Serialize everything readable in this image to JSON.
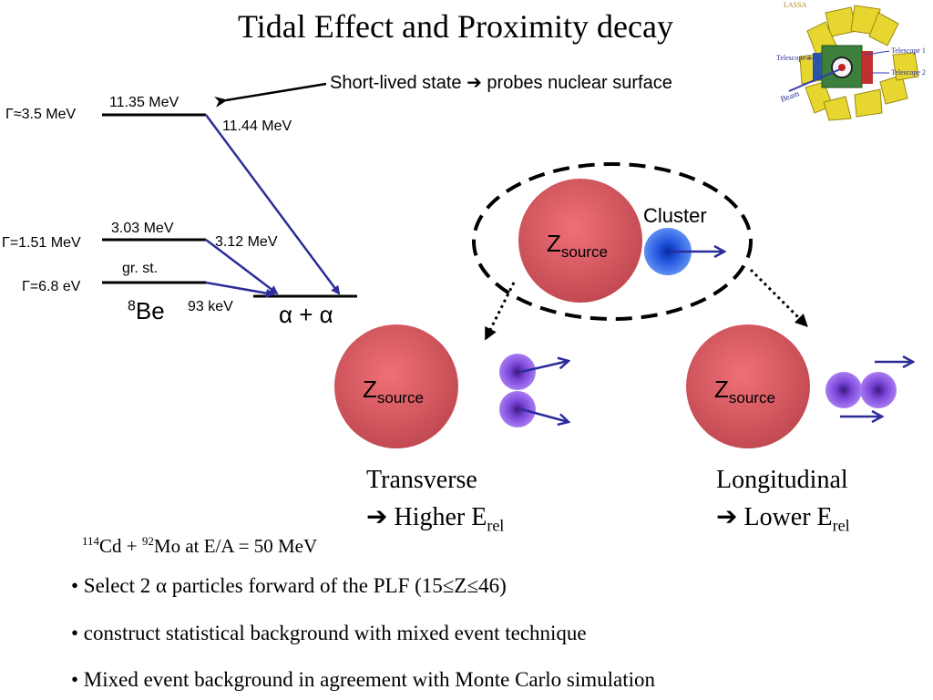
{
  "title": "Tidal Effect and Proximity decay",
  "annotation": {
    "left": "Short-lived state",
    "arrow": "➔",
    "right": "probes nuclear surface"
  },
  "levels": [
    {
      "energy": "11.35 MeV",
      "width": "Γ≈3.5 MeV",
      "decay": "11.44 MeV"
    },
    {
      "energy": "3.03 MeV",
      "width": "Γ=1.51 MeV",
      "decay": "3.12 MeV"
    },
    {
      "energy": "gr. st.",
      "width": "Γ=6.8 eV",
      "decay": "93 keV"
    }
  ],
  "nucleus": {
    "mass": "8",
    "symbol": "Be"
  },
  "final_state": "α + α",
  "source_label": {
    "main": "Z",
    "sub": "source"
  },
  "cluster_label": "Cluster",
  "transverse": {
    "line1": "Transverse",
    "arrow": "➔",
    "line2_main": "Higher E",
    "line2_sub": "rel"
  },
  "longitudinal": {
    "line1": "Longitudinal",
    "arrow": "➔",
    "line2_main": "Lower E",
    "line2_sub": "rel"
  },
  "reaction": {
    "a1": "114",
    "n1": "Cd + ",
    "a2": "92",
    "n2": "Mo at E/A = 50 MeV"
  },
  "bullets": [
    "• Select 2 α particles forward of the PLF (15≤Z≤46)",
    "• construct statistical background with mixed event technique",
    "• Mixed event background in agreement with Monte Carlo simulation"
  ],
  "detector": {
    "name": "LASSA",
    "telescopes": [
      "Telescope 1",
      "Telescope 2",
      "Telescope 3"
    ],
    "beam": "Beam"
  },
  "colors": {
    "source": "#d85a60",
    "alpha": "#8a4fe0",
    "cluster": "#2f63e0",
    "decay_arrow": "#2c2c9a",
    "detector_panel": "#e8d630"
  }
}
